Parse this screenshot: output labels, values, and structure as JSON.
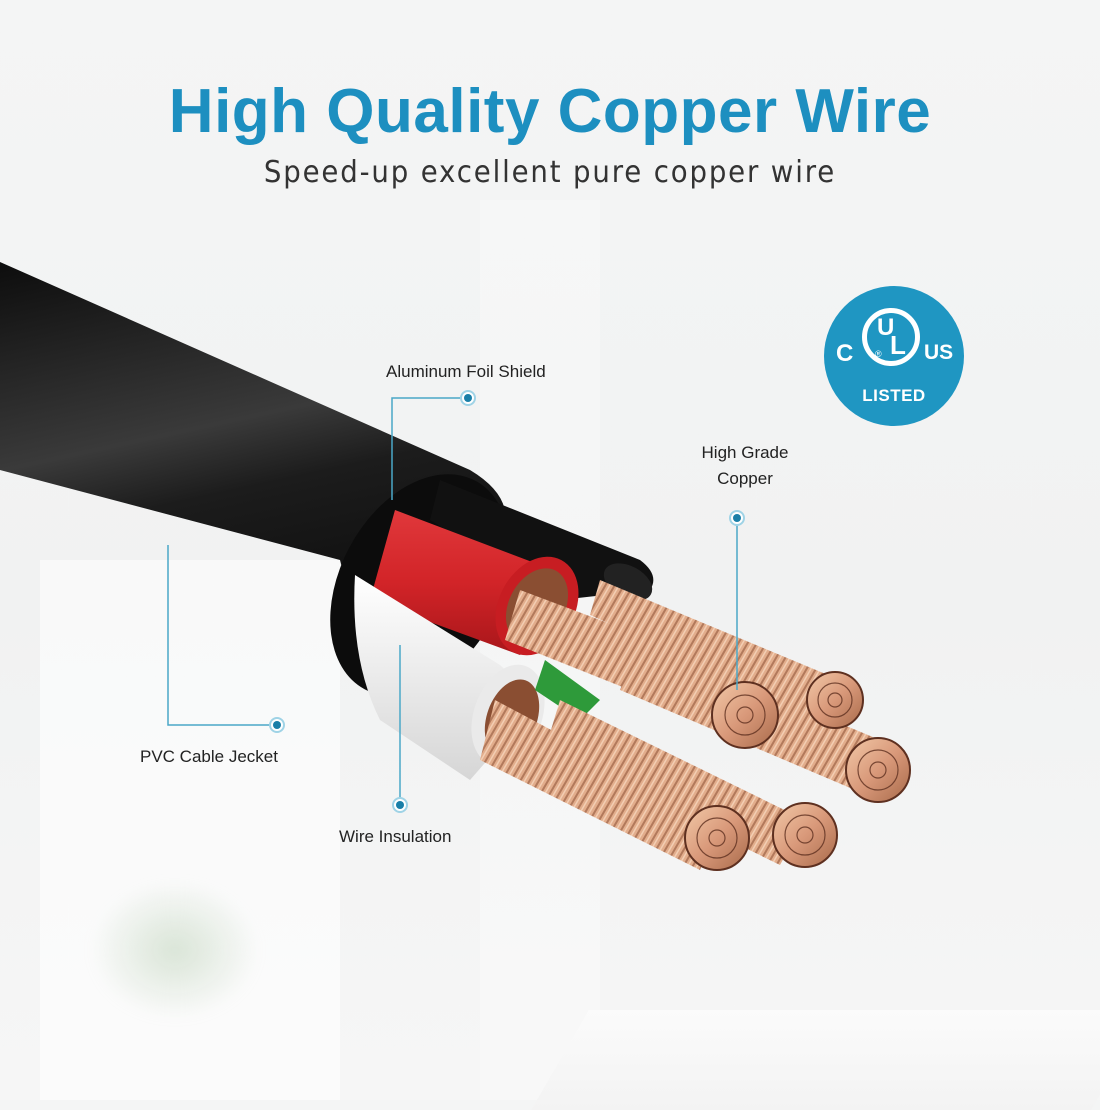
{
  "header": {
    "title": "High Quality Copper Wire",
    "subtitle": "Speed-up excellent pure copper wire"
  },
  "badge": {
    "left": "C",
    "center_top": "U",
    "center_bottom": "L",
    "registered": "®",
    "right": "US",
    "bottom": "LISTED",
    "color": "#1f96c2"
  },
  "callouts": [
    {
      "id": "aluminum-foil-shield",
      "label": "Aluminum Foil Shield"
    },
    {
      "id": "high-grade-copper",
      "label_line1": "High Grade",
      "label_line2": "Copper"
    },
    {
      "id": "pvc-cable-jacket",
      "label": "PVC Cable Jecket"
    },
    {
      "id": "wire-insulation",
      "label": "Wire Insulation"
    }
  ],
  "colors": {
    "title": "#1d8fc0",
    "leader_line": "#4aa8c8",
    "jacket": "#151515",
    "red_insulation": "#d9262a",
    "white_insulation": "#eeeeee",
    "copper": "#d9a07a",
    "green_insulation": "#2e9a3a"
  }
}
